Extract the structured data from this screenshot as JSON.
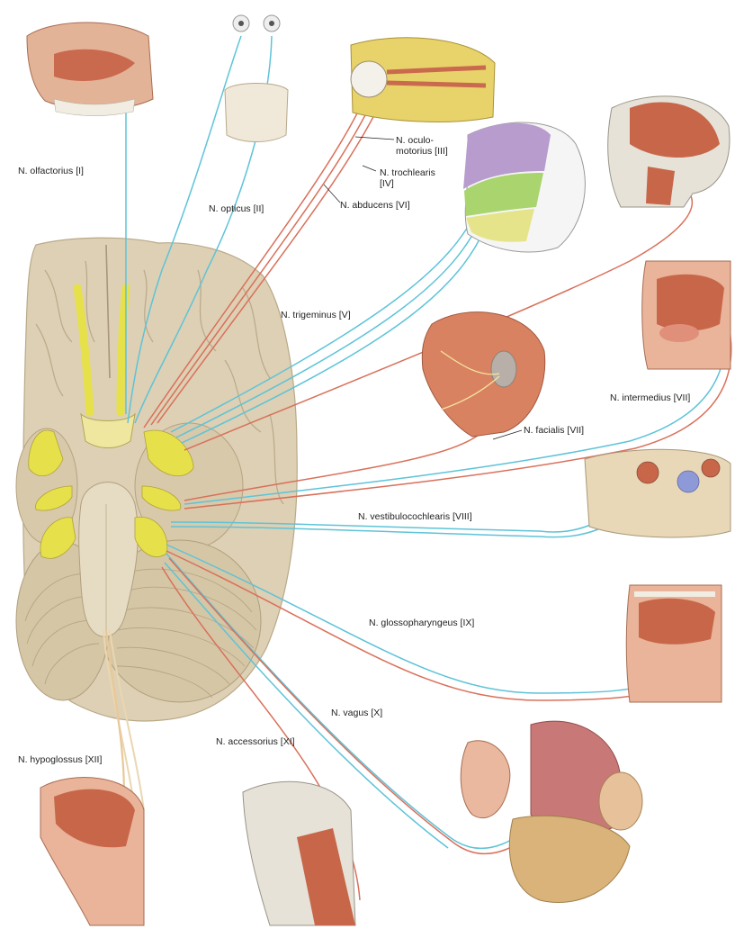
{
  "figure": {
    "colors": {
      "background": "#ffffff",
      "sensory_fiber": "#5ec3d8",
      "motor_fiber": "#d9705a",
      "parasympathetic_fiber": "#e8c89a",
      "nerve_yellow": "#e6e04a",
      "brain_tissue": "#ddd0b4",
      "muscle": "#c8664a",
      "skin": "#e9b49a",
      "bone": "#e6e2d8",
      "dermatome_v1": "#b79ccd",
      "dermatome_v2": "#a9d46e",
      "dermatome_v3": "#e6e48a"
    },
    "labels": {
      "olfactorius": "N. olfactorius [I]",
      "opticus": "N. opticus [II]",
      "oculomotorius": "N. oculo-\nmotorius [III]",
      "trochlearis": "N. trochlearis\n[IV]",
      "abducens": "N. abducens [VI]",
      "trigeminus": "N. trigeminus [V]",
      "intermedius": "N. intermedius [VII]",
      "facialis": "N. facialis [VII]",
      "vestibulocochlearis": "N. vestibulocochlearis [VIII]",
      "glossopharyngeus": "N. glossopharyngeus [IX]",
      "vagus": "N. vagus [X]",
      "accessorius": "N. accessorius [XI]",
      "hypoglossus": "N. hypoglossus [XII]"
    }
  }
}
